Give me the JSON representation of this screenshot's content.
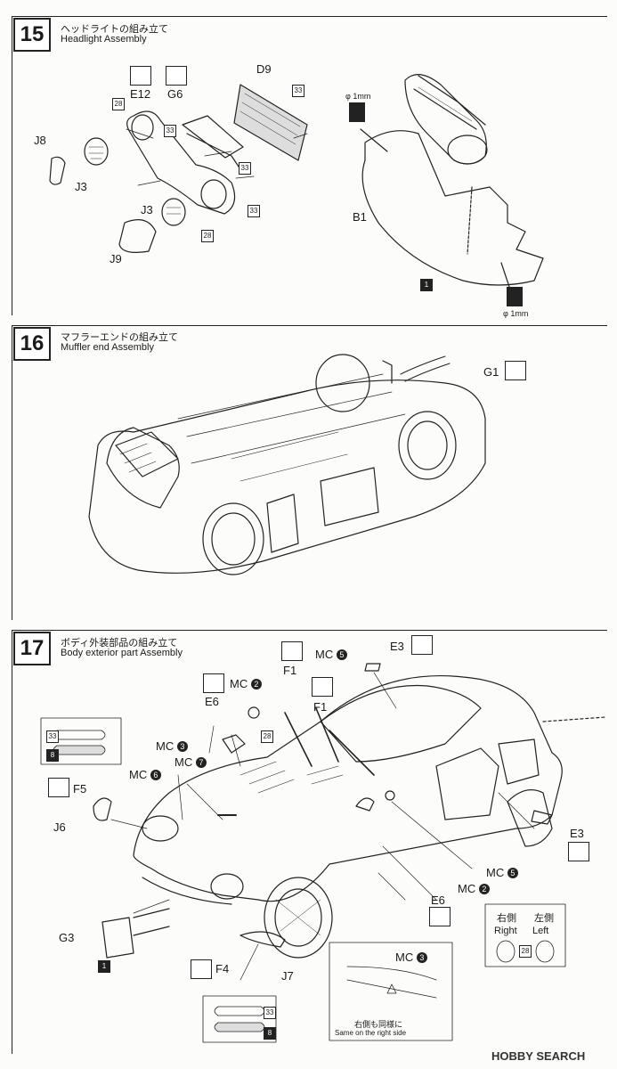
{
  "steps": [
    {
      "num": "15",
      "jp": "ヘッドライトの組み立て",
      "en": "Headlight Assembly"
    },
    {
      "num": "16",
      "jp": "マフラーエンドの組み立て",
      "en": "Muffler end Assembly"
    },
    {
      "num": "17",
      "jp": "ボディ外装部品の組み立て",
      "en": "Body exterior part Assembly"
    }
  ],
  "s15": {
    "e12": "E12",
    "g6": "G6",
    "d9": "D9",
    "j8": "J8",
    "j3a": "J3",
    "j3b": "J3",
    "j9": "J9",
    "b1": "B1",
    "n28a": "28",
    "n33a": "33",
    "n33b": "33",
    "n33c": "33",
    "n28b": "28",
    "n33d": "33",
    "n1": "1",
    "phi1": "φ 1mm",
    "phi2": "φ 1mm"
  },
  "s16": {
    "g1": "G1"
  },
  "s17": {
    "mc2a": "MC",
    "mc2a_n": "2",
    "e6a": "E6",
    "n28": "28",
    "mc3a": "MC",
    "mc3a_n": "3",
    "mc7": "MC",
    "mc7_n": "7",
    "mc6": "MC",
    "mc6_n": "6",
    "f1a": "F1",
    "f1b": "F1",
    "mc5a": "MC",
    "mc5a_n": "5",
    "e3a": "E3",
    "n33a": "33",
    "n8a": "8",
    "f5": "F5",
    "j6": "J6",
    "g3": "G3",
    "n1": "1",
    "f4": "F4",
    "j7": "J7",
    "n33b": "33",
    "n8b": "8",
    "e3b": "E3",
    "mc5b": "MC",
    "mc5b_n": "5",
    "mc2b": "MC",
    "mc2b_n": "2",
    "e6b": "E6",
    "right_jp": "右側",
    "left_jp": "左側",
    "right_en": "Right",
    "left_en": "Left",
    "n28b": "28",
    "mc3b": "MC",
    "mc3b_n": "3",
    "same_jp": "右側も同様に",
    "same_en": "Same on the right side"
  },
  "watermark": "HOBBY SEARCH"
}
